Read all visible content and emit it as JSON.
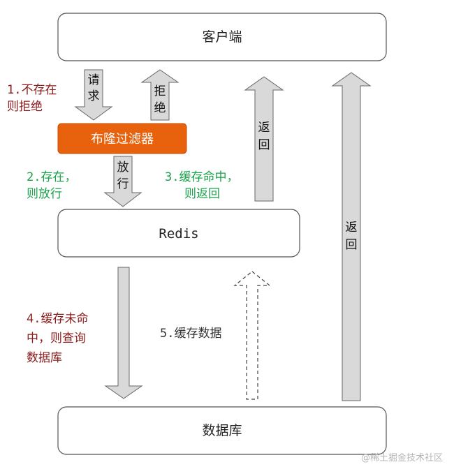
{
  "nodes": {
    "client": "客户端",
    "bloom_filter": "布隆过滤器",
    "redis": "Redis",
    "database": "数据库"
  },
  "arrows": {
    "request": [
      "请",
      "求"
    ],
    "reject": [
      "拒",
      "绝"
    ],
    "pass": [
      "放",
      "行"
    ],
    "return_from_redis": [
      "返",
      "回"
    ],
    "return_from_db": [
      "返",
      "回"
    ]
  },
  "notes": {
    "not_exist": [
      "1.不存在",
      "则拒绝"
    ],
    "exist": [
      "2.存在，",
      "则放行"
    ],
    "cache_hit": [
      "3.缓存命中，",
      "则返回"
    ],
    "cache_miss": [
      "4.缓存未命",
      "中，则查询",
      "数据库"
    ],
    "cache_data": "5.缓存数据"
  },
  "colors": {
    "bloom_fill": "#e8620e",
    "arrow_fill": "#d9d9d9",
    "note_red": "#8b1a1a",
    "note_green": "#1aa34a"
  },
  "watermark": "@稀土掘金技术社区"
}
